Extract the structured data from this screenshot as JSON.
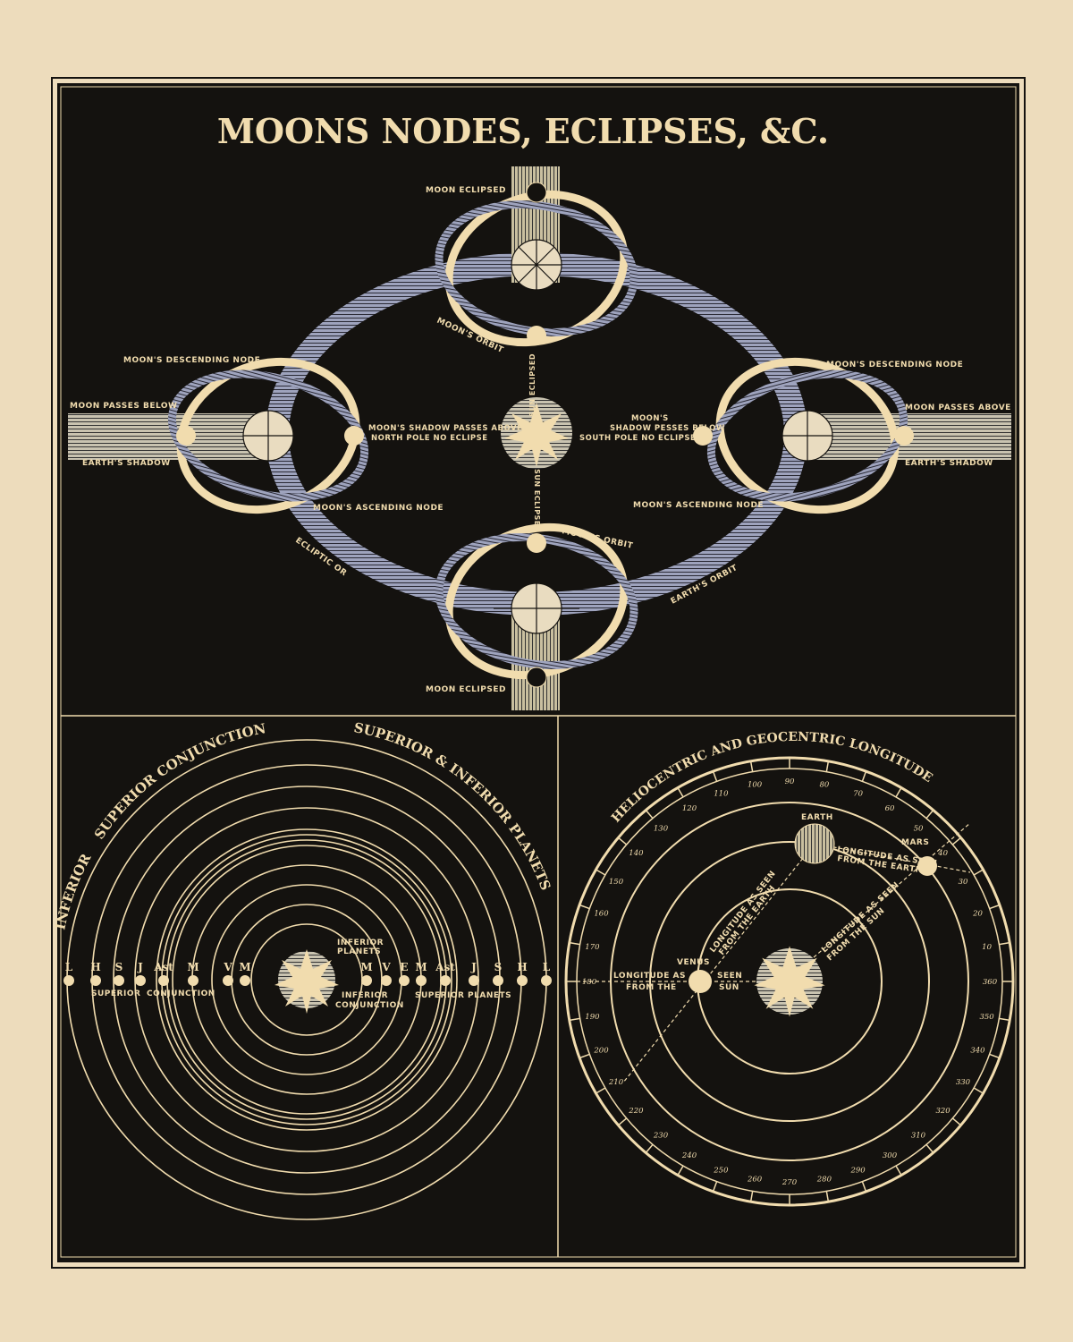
{
  "title": "MOONS NODES, ECLIPSES, &C.",
  "colors": {
    "paper": "#eddcbc",
    "ink": "#14120f",
    "cream": "#f1dcae",
    "orbit_blue": "#9ea3bd"
  },
  "eclipse_diagram": {
    "moon_eclipsed_top": "MOON ECLIPSED",
    "moon_eclipsed_bottom": "MOON ECLIPSED",
    "moons_orbit_top": "MOON'S ORBIT",
    "moons_orbit_bottom": "MOON'S ORBIT",
    "sun_eclipsed_top": "SUN ECLIPSED",
    "sun_eclipsed_bottom": "SUN ECLIPSED",
    "left": {
      "descending_node": "MOON'S DESCENDING NODE",
      "passes": "MOON PASSES BELOW",
      "earths_shadow": "EARTH'S SHADOW",
      "shadow_line1": "MOON'S SHADOW PASSES ABOVE",
      "shadow_line2": "NORTH POLE NO ECLIPSE",
      "ascending_node": "MOON'S ASCENDING NODE"
    },
    "right": {
      "descending_node": "MOON'S DESCENDING NODE",
      "passes": "MOON PASSES ABOVE",
      "earths_shadow": "EARTH'S SHADOW",
      "shadow_line1": "MOON'S",
      "shadow_line2": "SHADOW PESSES BELOW",
      "shadow_line3": "SOUTH POLE NO ECLIPSE",
      "ascending_node": "MOON'S ASCENDING NODE"
    },
    "ecliptic": "ECLIPTIC OR",
    "earths_orbit": "EARTH'S ORBIT"
  },
  "planets_diagram": {
    "arc_left_1": "INFERIOR",
    "arc_left_2": "SUPERIOR CONJUNCTION",
    "arc_right": "SUPERIOR & INFERIOR PLANETS",
    "left_letters": [
      "L",
      "H",
      "S",
      "J",
      "Ast",
      "M",
      "V",
      "M"
    ],
    "right_letters": [
      "M",
      "V",
      "E",
      "M",
      "Ast",
      "J",
      "S",
      "H",
      "L"
    ],
    "superior_label": "SUPERIOR",
    "conjunction_label": "CONJUNCTION",
    "inferior_planets_1": "INFERIOR",
    "inferior_planets_2": "PLANETS",
    "inferior_conj_1": "INFERIOR",
    "inferior_conj_2": "CONJUNCTION",
    "superior_planets": "SUPERIOR PLANETS"
  },
  "longitude_diagram": {
    "title": "HELIOCENTRIC AND GEOCENTRIC LONGITUDE",
    "earth": "EARTH",
    "mars": "MARS",
    "venus": "VENUS",
    "geo_line1": "LONGITUDE AS SEEN",
    "geo_line2": "FROM THE EARTH",
    "diag_earth_1": "LONGITUDE AS SEEN",
    "diag_earth_2": "FROM THE EARTH",
    "diag_sun_1": "LONGITUDE AS SEEN",
    "diag_sun_2": "FROM THE SUN",
    "venus_left_1": "LONGITUDE AS",
    "venus_left_2": "FROM THE",
    "venus_right_1": "SEEN",
    "venus_right_2": "SUN",
    "degree_labels": [
      "10",
      "20",
      "30",
      "40",
      "50",
      "60",
      "70",
      "80",
      "90",
      "100",
      "110",
      "120",
      "130",
      "140",
      "150",
      "160",
      "170",
      "180",
      "190",
      "200",
      "210",
      "220",
      "230",
      "240",
      "250",
      "260",
      "270",
      "280",
      "290",
      "300",
      "310",
      "320",
      "330",
      "340",
      "350",
      "360"
    ]
  }
}
